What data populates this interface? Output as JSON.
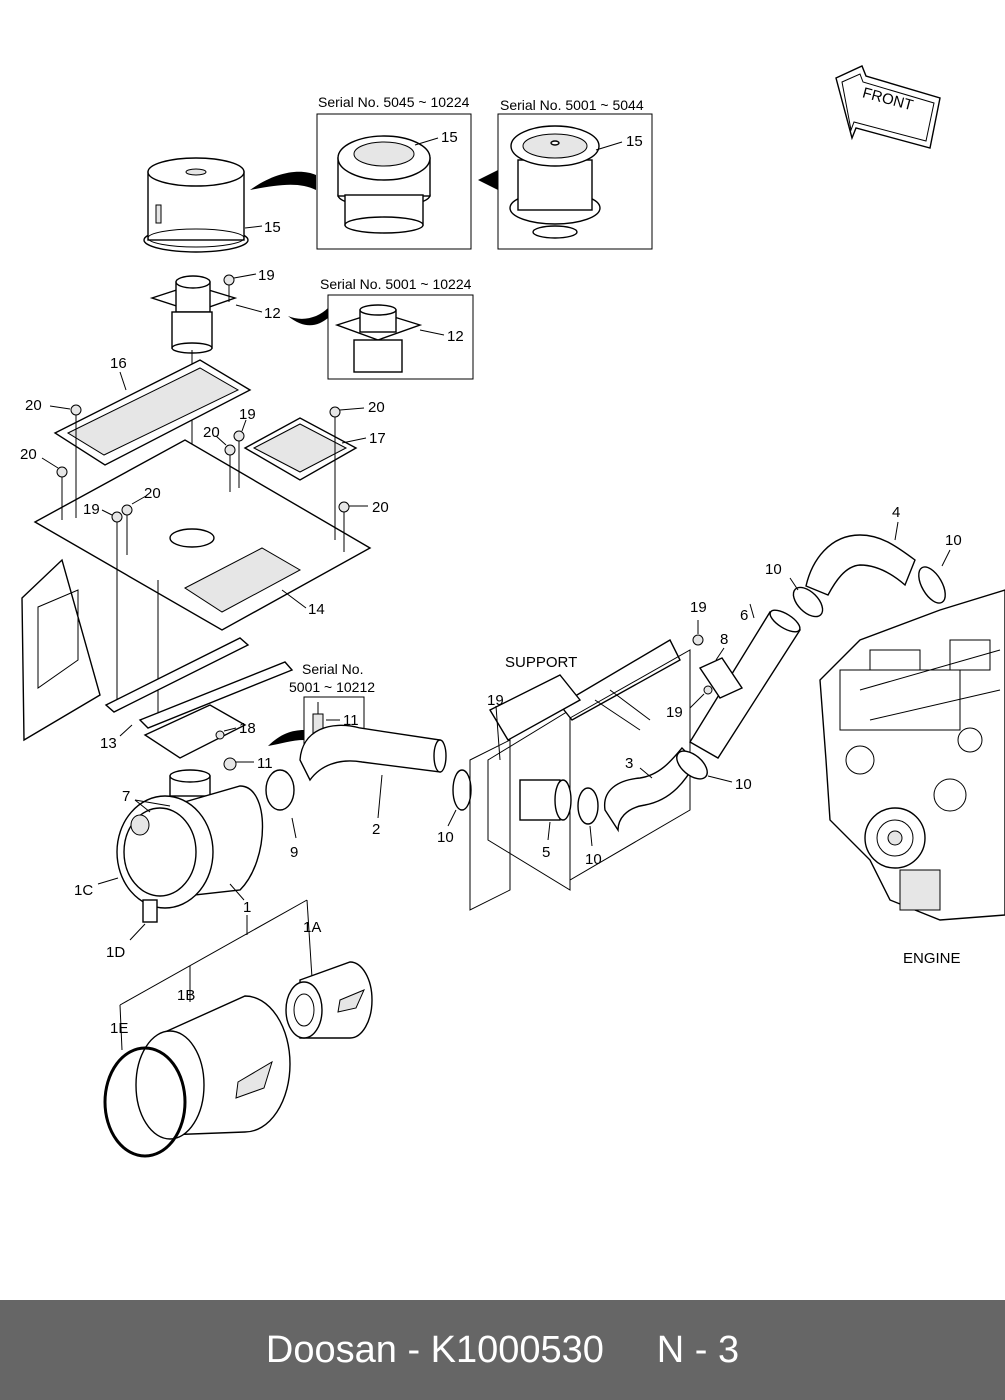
{
  "callouts": {
    "c1": "1",
    "c1A": "1A",
    "c1B": "1B",
    "c1C": "1C",
    "c1D": "1D",
    "c1E": "1E",
    "c2": "2",
    "c3": "3",
    "c4": "4",
    "c5": "5",
    "c6": "6",
    "c7": "7",
    "c8": "8",
    "c9": "9",
    "c10": "10",
    "c11": "11",
    "c12": "12",
    "c13": "13",
    "c14": "14",
    "c15": "15",
    "c16": "16",
    "c17": "17",
    "c18": "18",
    "c19": "19",
    "c20": "20"
  },
  "serials": {
    "cap_a": "Serial No.  5045 ~ 10224",
    "cap_b": "Serial No.  5001 ~ 5044",
    "adapter": "Serial No.  5001 ~ 10224",
    "sensor_line1": "Serial No.",
    "sensor_line2": "5001 ~ 10212"
  },
  "labels": {
    "front": "FRONT",
    "support": "SUPPORT",
    "engine": "ENGINE"
  },
  "footer": {
    "brand": "Doosan - K1000530",
    "page": "N - 3"
  }
}
